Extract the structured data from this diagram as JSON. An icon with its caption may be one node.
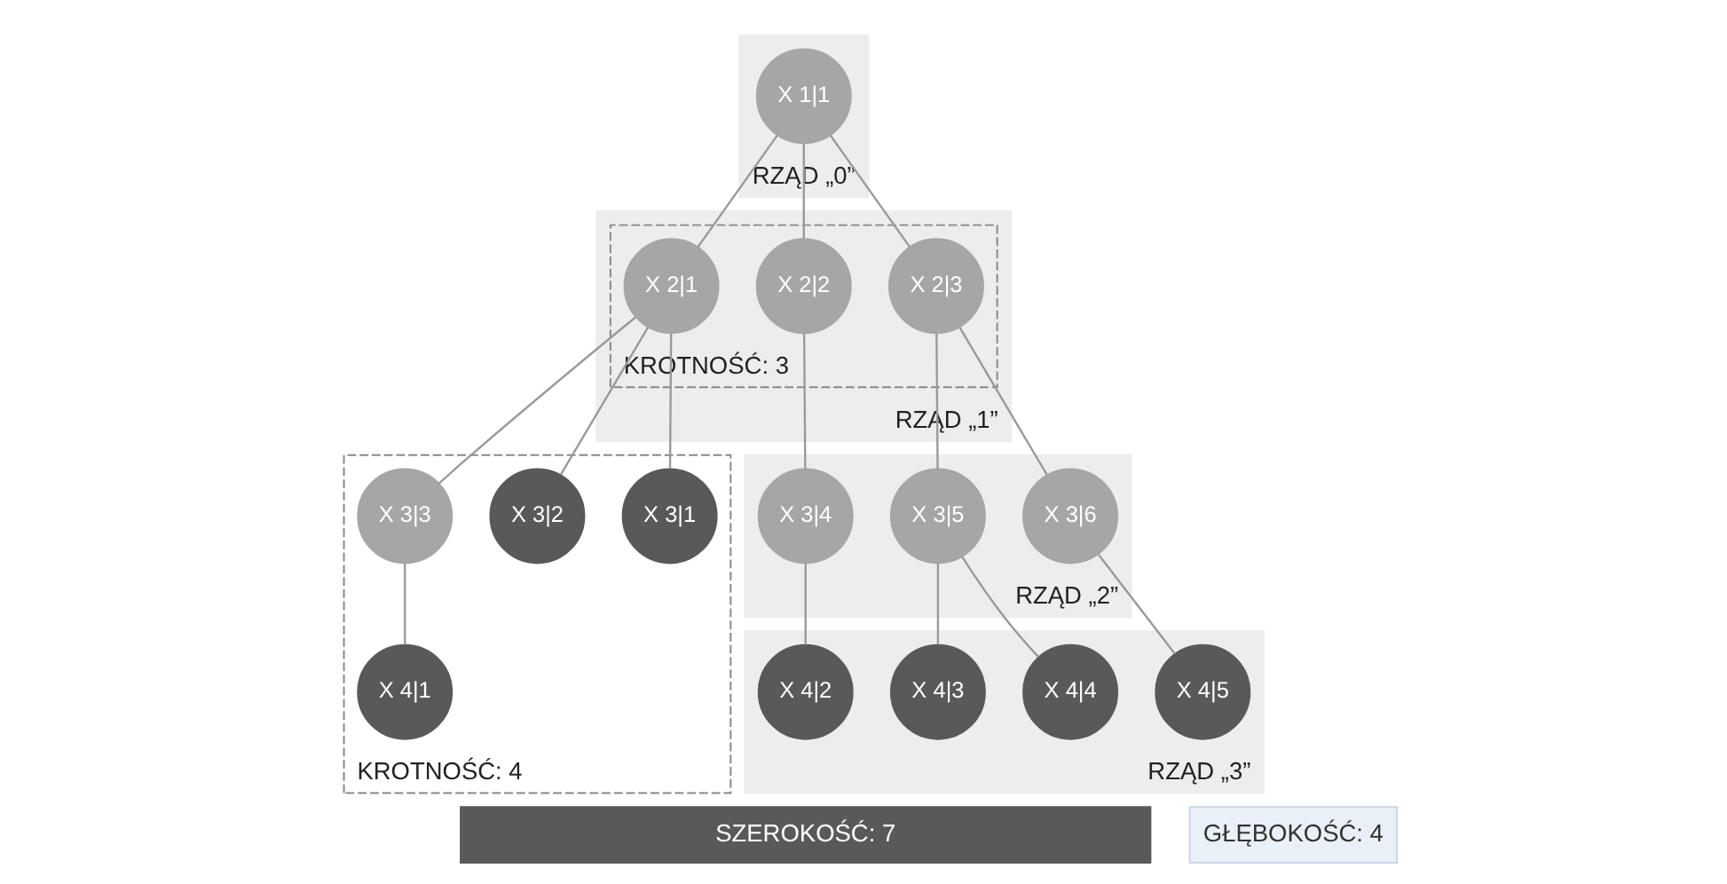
{
  "diagram": {
    "nodes": [
      {
        "text": [
          "RZĄD „0”"
        ]
      },
      {
        "text": [
          "X 1|1"
        ],
        "in": 0
      },
      {
        "text": [
          "RZĄD „1”"
        ]
      },
      {
        "text": [
          "KROTNOŚĆ: 3"
        ],
        "in": 2
      },
      {
        "text": [
          "X 2|1"
        ],
        "in": 3
      },
      {
        "text": [
          "X 2|2"
        ],
        "in": 3
      },
      {
        "text": [
          "X 2|3"
        ],
        "in": 3
      },
      {
        "text": [
          "KROTNOŚĆ: 4"
        ]
      },
      {
        "text": [
          "X 3|1"
        ],
        "in": 7
      },
      {
        "text": [
          "X 3|2"
        ],
        "in": 7
      },
      {
        "text": [
          "X 3|3"
        ],
        "in": 7
      },
      {
        "text": [
          "X 4|1"
        ],
        "in": 7
      },
      {
        "text": [
          "RZĄD „2”"
        ]
      },
      {
        "text": [
          "X 3|4"
        ],
        "in": 12
      },
      {
        "text": [
          "X 3|5"
        ],
        "in": 12
      },
      {
        "text": [
          "X 3|6"
        ],
        "in": 12
      },
      {
        "text": [
          "RZĄD „3”"
        ]
      },
      {
        "text": [
          "X 4|2"
        ],
        "in": 16
      },
      {
        "text": [
          "X 4|3"
        ],
        "in": 16
      },
      {
        "text": [
          "X 4|4"
        ],
        "in": 16
      },
      {
        "text": [
          "X 4|5"
        ],
        "in": 16
      },
      {
        "text": [
          "SZEROKOŚĆ: 7"
        ]
      },
      {
        "text": [
          "GŁĘBOKOŚĆ: 4"
        ]
      }
    ],
    "edges": [
      {
        "from": 1,
        "to": 4,
        "arrow": "none"
      },
      {
        "from": 1,
        "to": 5,
        "arrow": "none"
      },
      {
        "from": 1,
        "to": 6,
        "arrow": "none"
      },
      {
        "from": 4,
        "to": 8,
        "arrow": "none"
      },
      {
        "from": 4,
        "to": 9,
        "arrow": "none"
      },
      {
        "from": 4,
        "to": 10,
        "arrow": "none"
      },
      {
        "from": 5,
        "to": 13,
        "arrow": "none"
      },
      {
        "from": 6,
        "to": 14,
        "arrow": "none"
      },
      {
        "from": 6,
        "to": 15,
        "arrow": "none"
      },
      {
        "from": 10,
        "to": 11,
        "arrow": "none"
      },
      {
        "from": 13,
        "to": 17,
        "arrow": "none"
      },
      {
        "from": 14,
        "to": 18,
        "arrow": "none"
      },
      {
        "from": 14,
        "to": 19,
        "arrow": "none"
      },
      {
        "from": 15,
        "to": 20,
        "arrow": "none"
      }
    ]
  }
}
